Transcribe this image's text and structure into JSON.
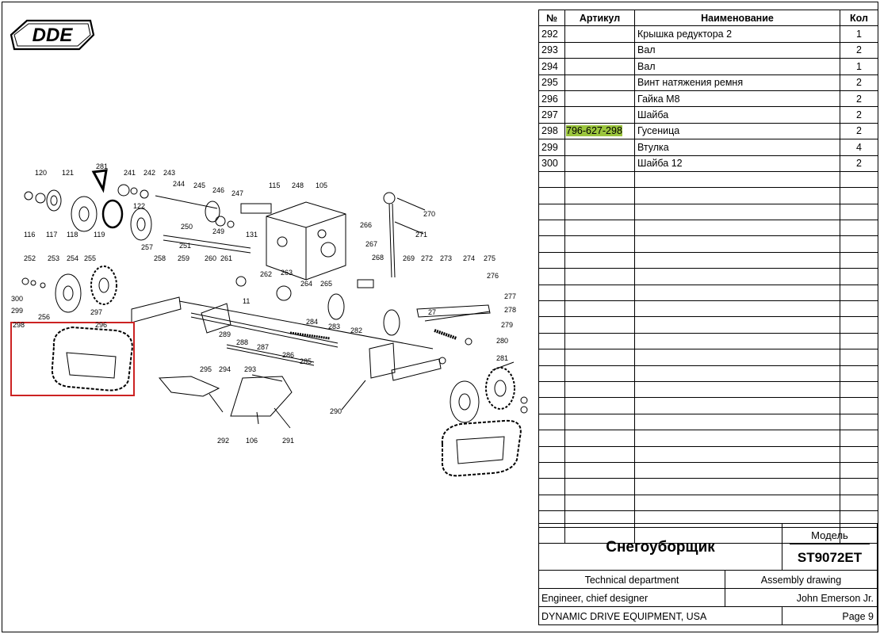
{
  "logo": {
    "text": "DDE"
  },
  "drawing": {
    "callouts": [
      "120",
      "121",
      "281",
      "241",
      "242",
      "243",
      "244",
      "245",
      "246",
      "247",
      "115",
      "248",
      "105",
      "122",
      "250",
      "249",
      "131",
      "116",
      "117",
      "118",
      "119",
      "251",
      "270",
      "266",
      "271",
      "267",
      "268",
      "269",
      "272",
      "273",
      "274",
      "275",
      "276",
      "252",
      "253",
      "254",
      "255",
      "257",
      "258",
      "259",
      "260",
      "261",
      "262",
      "263",
      "264",
      "265",
      "11",
      "300",
      "299",
      "256",
      "297",
      "296",
      "298",
      "289",
      "288",
      "287",
      "284",
      "283",
      "282",
      "27",
      "277",
      "278",
      "279",
      "280",
      "286",
      "285",
      "295",
      "294",
      "293",
      "281",
      "290",
      "292",
      "106",
      "291"
    ],
    "highlight_color": "#cc2222"
  },
  "table": {
    "headers": [
      "№",
      "Артикул",
      "Наименование",
      "Кол"
    ],
    "rows": [
      {
        "num": "292",
        "art": "",
        "name": "Крышка редуктора 2",
        "qty": "1"
      },
      {
        "num": "293",
        "art": "",
        "name": "Вал",
        "qty": "2"
      },
      {
        "num": "294",
        "art": "",
        "name": "Вал",
        "qty": "1"
      },
      {
        "num": "295",
        "art": "",
        "name": "Винт натяжения ремня",
        "qty": "2"
      },
      {
        "num": "296",
        "art": "",
        "name": "Гайка М8",
        "qty": "2"
      },
      {
        "num": "297",
        "art": "",
        "name": "Шайба",
        "qty": "2"
      },
      {
        "num": "298",
        "art": "796-627-298",
        "name": "Гусеница",
        "qty": "2",
        "highlight": true
      },
      {
        "num": "299",
        "art": "",
        "name": "Втулка",
        "qty": "4"
      },
      {
        "num": "300",
        "art": "",
        "name": "Шайба 12",
        "qty": "2"
      }
    ],
    "highlight_color": "#9bc53d"
  },
  "title_block": {
    "product": "Снегоуборщик",
    "model_label": "Модель",
    "model": "ST9072ET",
    "department": "Technical department",
    "drawing_type": "Assembly drawing",
    "role": "Engineer, chief designer",
    "name": "John Emerson Jr.",
    "company": "DYNAMIC DRIVE EQUIPMENT, USA",
    "page": "Page 9"
  }
}
